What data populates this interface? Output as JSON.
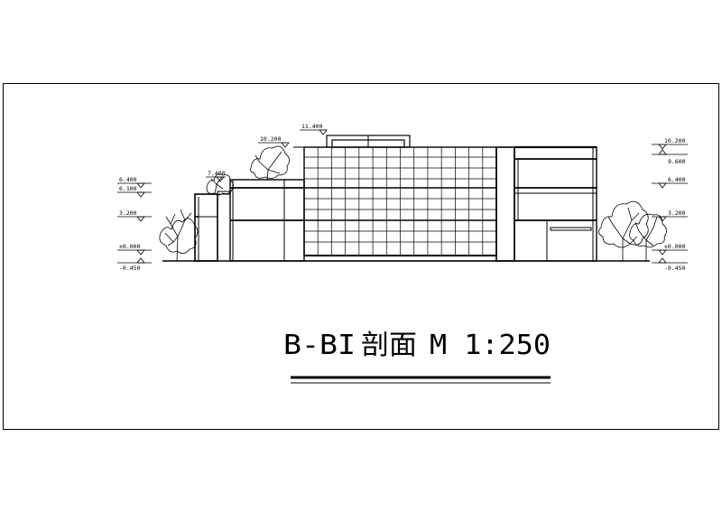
{
  "drawing": {
    "title": {
      "prefix": "B-BI",
      "chinese": "剖面",
      "scale": "M  1:250"
    },
    "left_levels": [
      "6.400",
      "6.100",
      "3.200",
      "±0.000",
      "-0.450"
    ],
    "top_levels": [
      "11.400",
      "10.200",
      "7.400"
    ],
    "right_levels": [
      "10.200",
      "9.600",
      "6.400",
      "3.200",
      "±0.000",
      "-0.450"
    ]
  }
}
